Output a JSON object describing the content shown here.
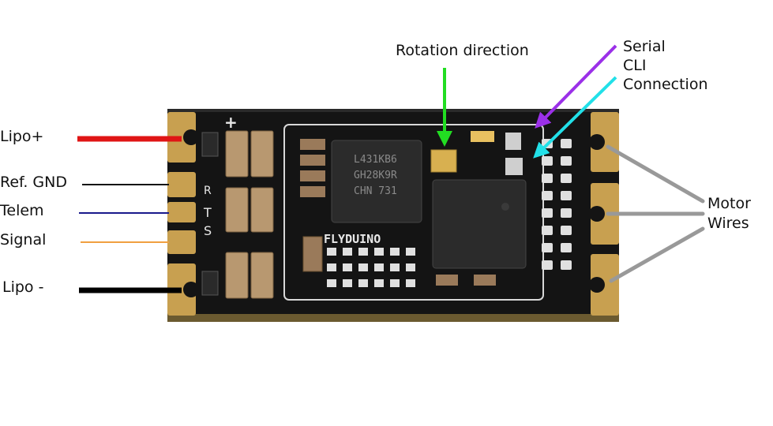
{
  "labels": {
    "lipo_plus": "Lipo+",
    "ref_gnd": "Ref. GND",
    "telem": "Telem",
    "signal": "Signal",
    "lipo_minus": "Lipo -",
    "rotation_direction": "Rotation direction",
    "serial_line1": "Serial",
    "serial_line2": "CLI",
    "serial_line3": "Connection",
    "motor_line1": "Motor",
    "motor_line2": "Wires"
  },
  "board": {
    "brand": "FLYDUINO",
    "mcu_marking": [
      "L431KB6",
      "GH28K9R",
      "CHN 731"
    ],
    "silkscreen_plus": "+",
    "silkscreen_rts": [
      "R",
      "T",
      "S"
    ]
  },
  "colors": {
    "lipo_plus_wire": "#e01515",
    "ref_gnd_wire": "#111111",
    "telem_wire": "#1a1a8c",
    "signal_wire": "#f0a040",
    "lipo_minus_wire": "#000000",
    "rotation_arrow": "#22dd22",
    "serial_arrow_purple": "#9b30e8",
    "serial_arrow_cyan": "#22e0e8",
    "motor_lines": "#999999",
    "pcb": "#141414",
    "pad_gold": "#c8a050"
  }
}
